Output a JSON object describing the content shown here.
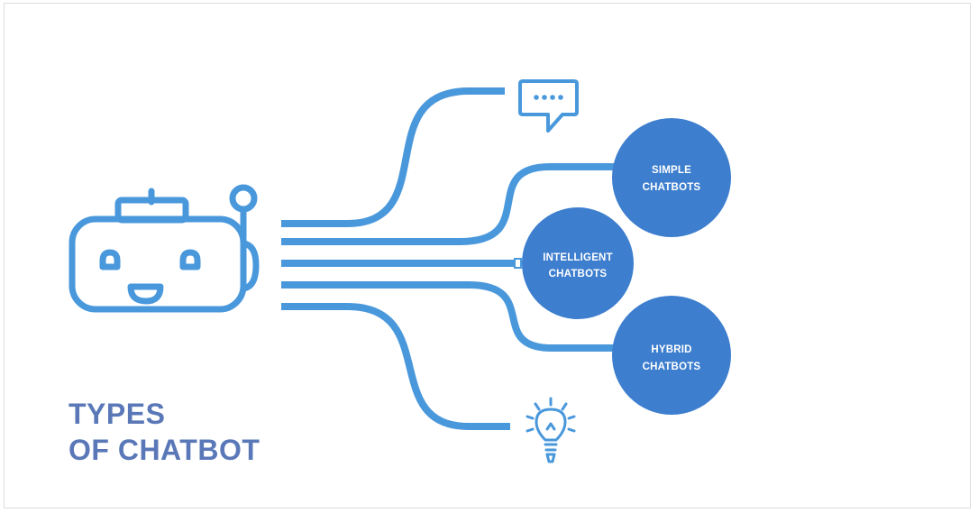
{
  "title": {
    "line1": "TYPES",
    "line2": "OF CHATBOT"
  },
  "nodes": [
    {
      "id": "simple",
      "line1": "SIMPLE",
      "line2": "CHATBOTS"
    },
    {
      "id": "intelligent",
      "line1": "INTELLIGENT",
      "line2": "CHATBOTS"
    },
    {
      "id": "hybrid",
      "line1": "HYBRID",
      "line2": "CHATBOTS"
    }
  ],
  "icons": {
    "top": "chat-bubble-icon",
    "bottom": "lightbulb-icon",
    "left": "robot-icon"
  },
  "colors": {
    "line": "#4a98dc",
    "node_fill": "#3d7ece",
    "title": "#5a78b8"
  }
}
